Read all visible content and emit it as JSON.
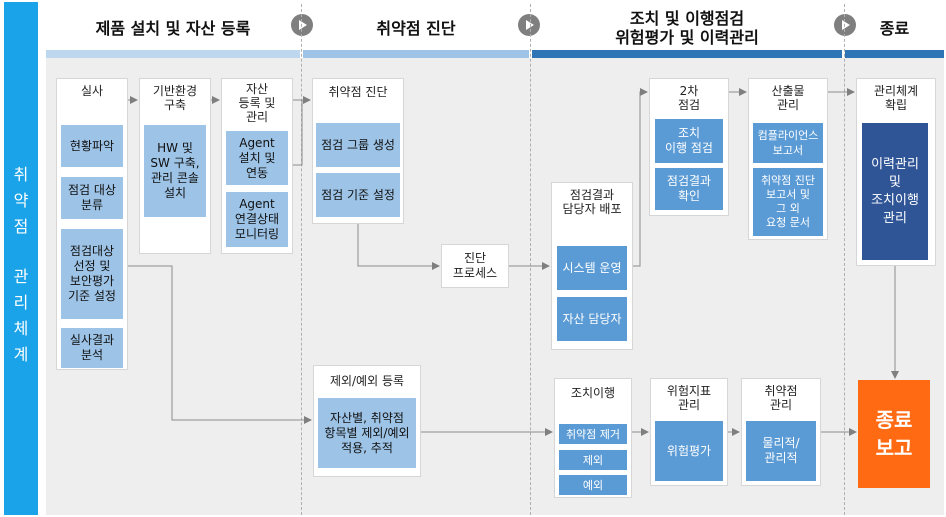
{
  "sidebar": {
    "chars": [
      "취",
      "약",
      "점",
      "",
      "관",
      "리",
      "체",
      "계"
    ]
  },
  "phases": [
    {
      "label": "제품 설치 및 자산 등록"
    },
    {
      "label": "취약점 진단"
    },
    {
      "label": "조치 및 이행점검\n위험평가 및 이력관리"
    },
    {
      "label": "종료"
    }
  ],
  "colors": {
    "sidebar": "#1aa3e8",
    "light_box": "#9dc3e6",
    "mid_box": "#5b9bd5",
    "dark_box": "#2f5597",
    "end_box": "#ff6a13",
    "bar_light": "#bdd7ee",
    "bar_dark": "#2e75b6"
  },
  "col1": {
    "title": "실사",
    "items": [
      "현황파악",
      "점검 대상\n분류",
      "점검대상\n선정 및\n보안평가\n기준 설정",
      "실사결과\n분석"
    ]
  },
  "col2": {
    "title": "기반환경\n구축",
    "items": [
      "HW 및\nSW 구축,\n관리 콘솔\n설치"
    ]
  },
  "col3": {
    "title": "자산\n등록 및\n관리",
    "items": [
      "Agent\n설치 및\n연동",
      "Agent\n연결상태\n모니터링"
    ]
  },
  "diag": {
    "title": "취약점 진단",
    "items": [
      "점검 그룹 생성",
      "점검 기준 설정"
    ]
  },
  "process": {
    "label": "진단\n프로세스"
  },
  "exclude": {
    "title": "제외/예외 등록",
    "item": "자산별, 취약점\n항목별 제외/예외\n적용, 추적"
  },
  "deploy": {
    "title": "점검결과\n담당자 배포",
    "items": [
      "시스템 운영",
      "자산 담당자"
    ]
  },
  "second": {
    "title": "2차\n점검",
    "items": [
      "조치\n이행 점검",
      "점검결과\n확인"
    ]
  },
  "output": {
    "title": "산출물\n관리",
    "items": [
      "컴플라이언스\n보고서",
      "취약점 진단\n보고서 및\n그 외\n요청 문서"
    ]
  },
  "action": {
    "title": "조치이행",
    "items": [
      "취약점 제거",
      "제외",
      "예외"
    ]
  },
  "risk": {
    "title": "위험지표\n관리",
    "item": "위험평가"
  },
  "vuln": {
    "title": "취약점\n관리",
    "item": "물리적/\n관리적"
  },
  "mgmt": {
    "title": "관리체계\n확립",
    "item": "이력관리\n및\n조치이행\n관리"
  },
  "end": {
    "label": "종료\n보고"
  }
}
